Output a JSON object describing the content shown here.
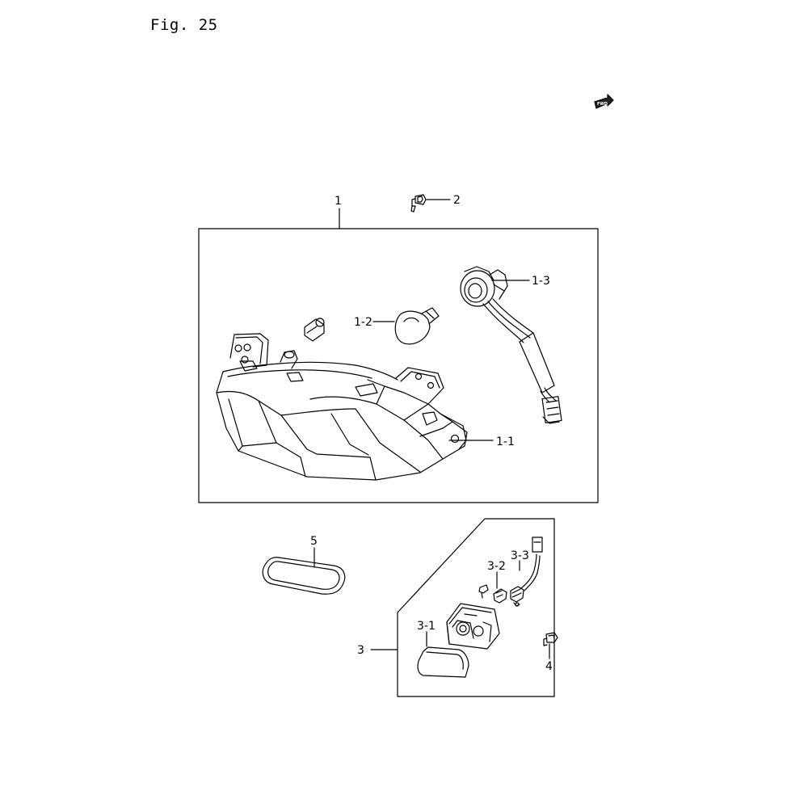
{
  "figure": {
    "title": "Fig. 25",
    "direction_badge": "FWD",
    "direction_icon": "forward-arrow-icon"
  },
  "callouts": [
    {
      "id": "c1",
      "label": "1"
    },
    {
      "id": "c2",
      "label": "2"
    },
    {
      "id": "c1-1",
      "label": "1-1"
    },
    {
      "id": "c1-2",
      "label": "1-2"
    },
    {
      "id": "c1-3",
      "label": "1-3"
    },
    {
      "id": "c3",
      "label": "3"
    },
    {
      "id": "c3-1",
      "label": "3-1"
    },
    {
      "id": "c3-2",
      "label": "3-2"
    },
    {
      "id": "c3-3",
      "label": "3-3"
    },
    {
      "id": "c4",
      "label": "4"
    },
    {
      "id": "c5",
      "label": "5"
    }
  ]
}
